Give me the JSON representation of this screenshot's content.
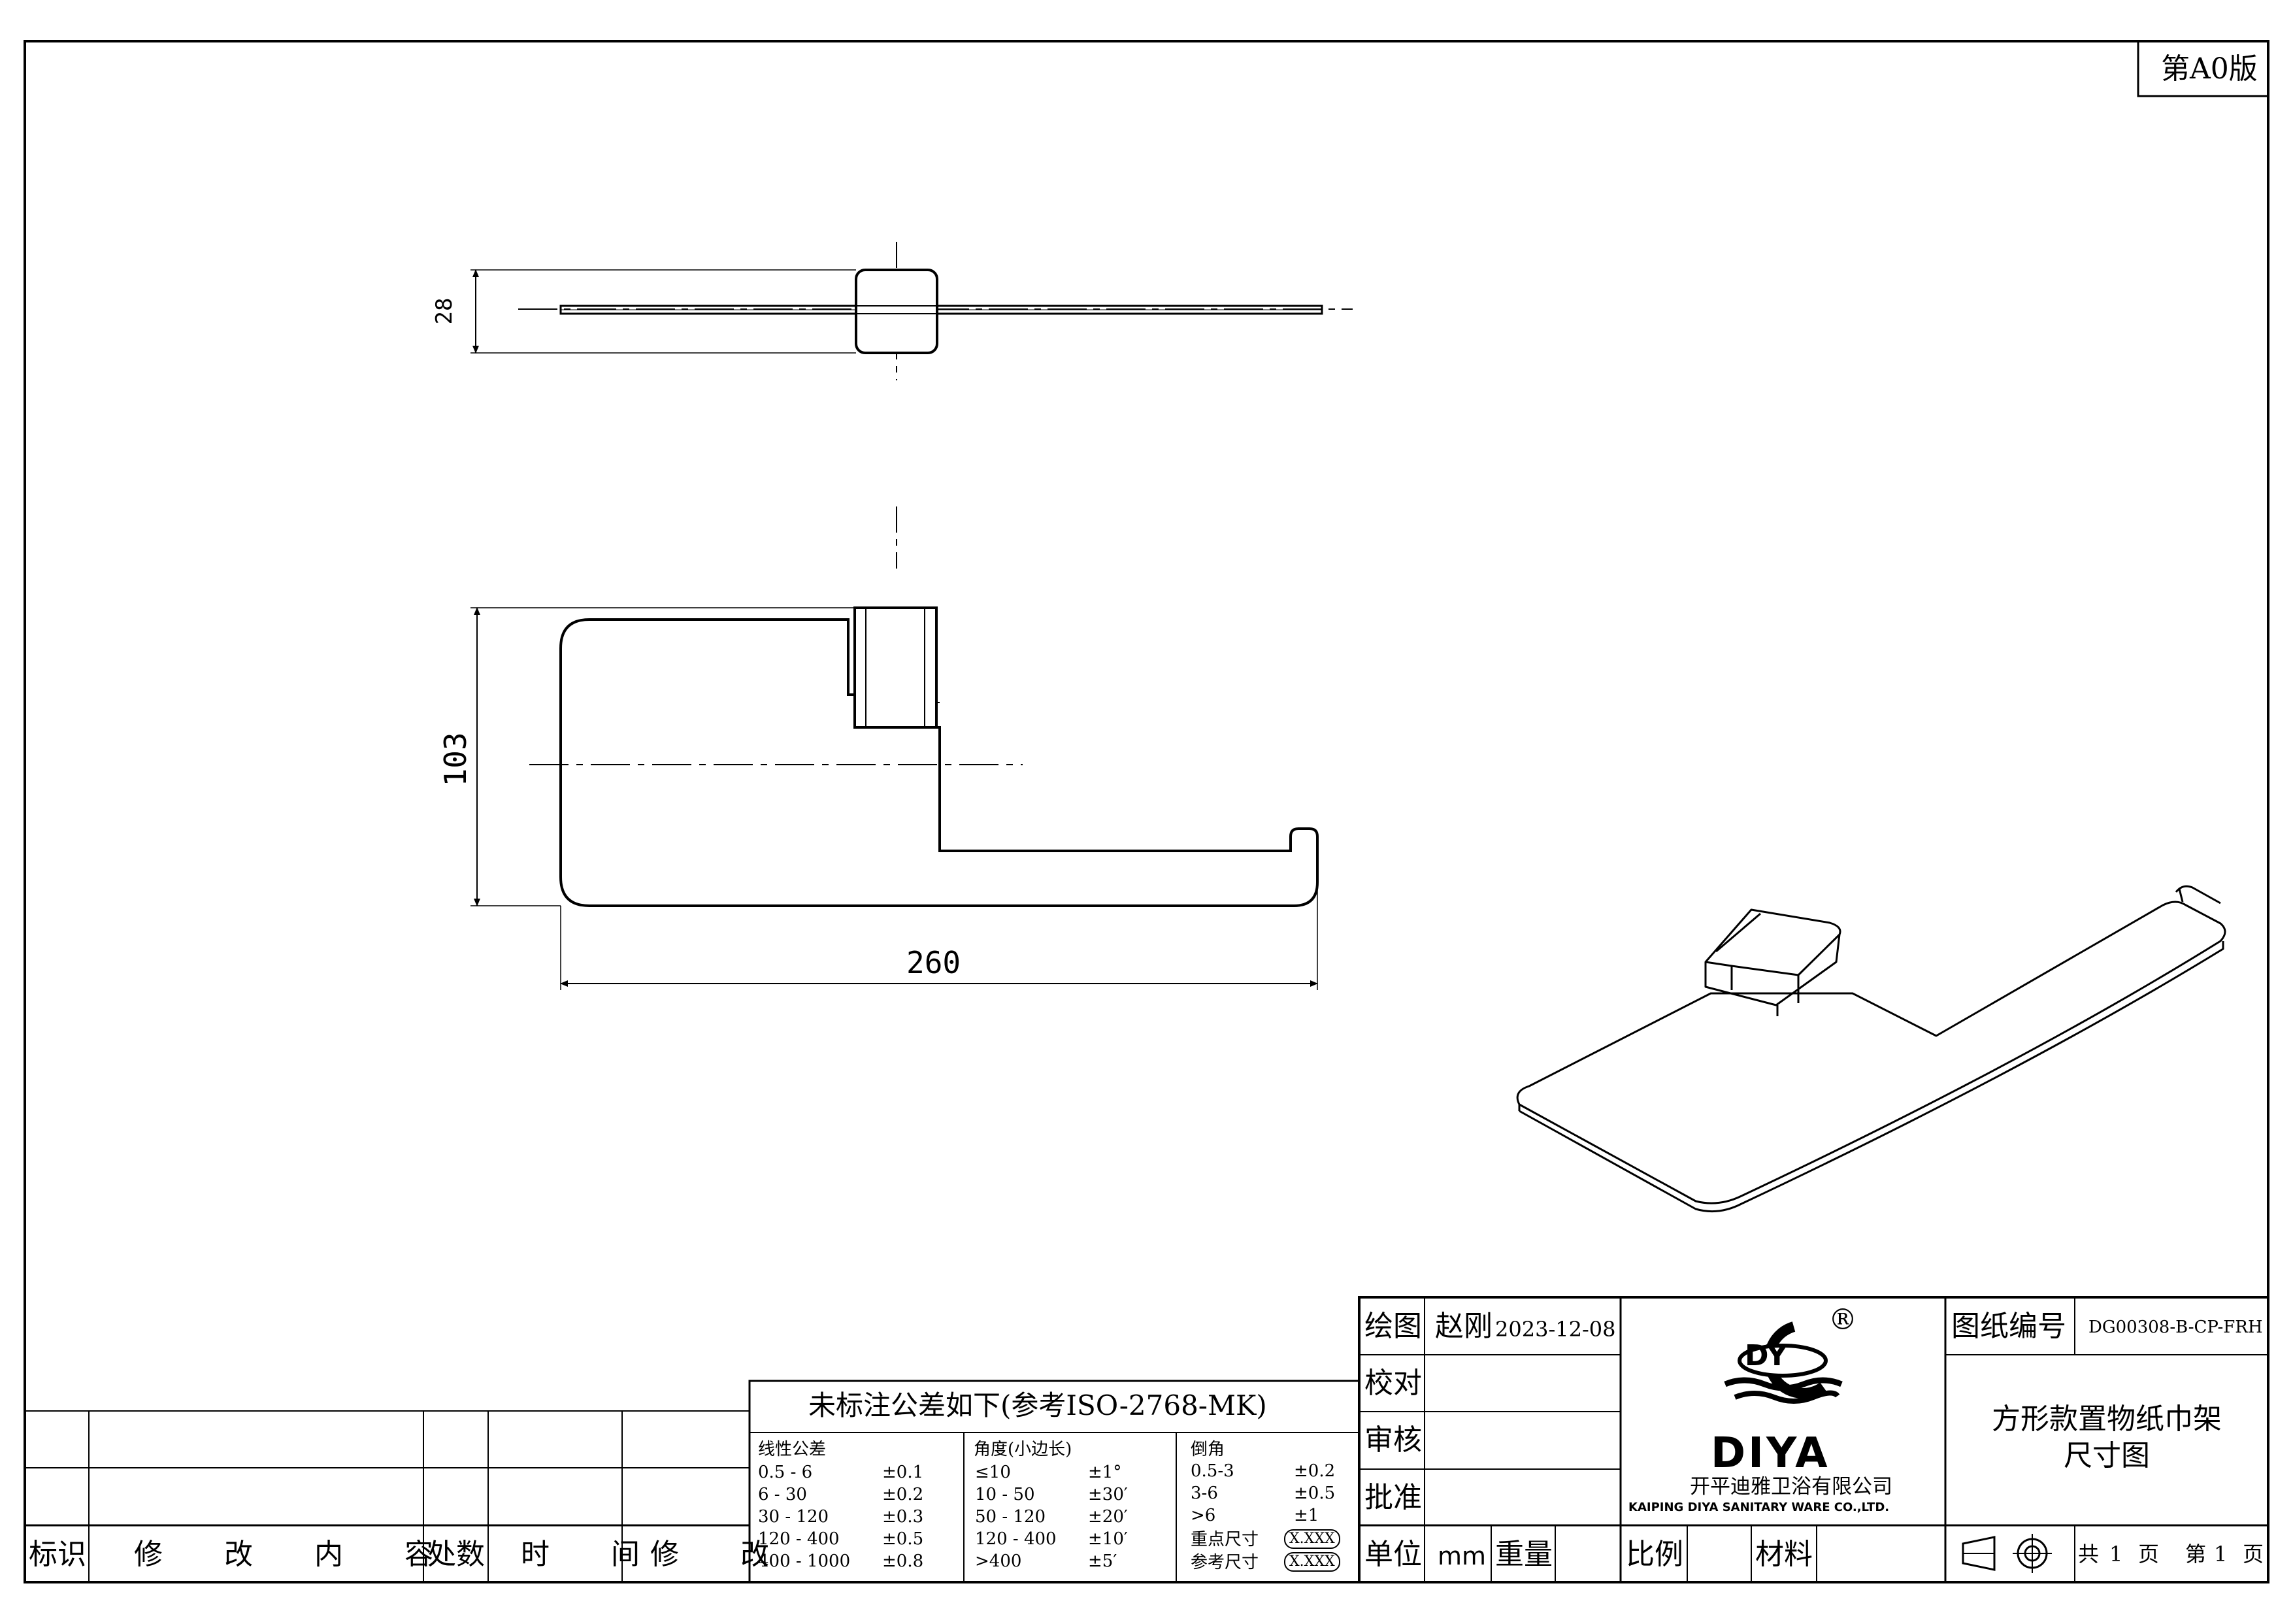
{
  "edition": "第A0版",
  "dimensions": {
    "height_top": "28",
    "height_front": "103",
    "width": "260"
  },
  "tolerance": {
    "title": "未标注公差如下(参考ISO-2768-MK)",
    "linear": {
      "heading": "线性公差",
      "rows": [
        {
          "range": "0.5 - 6",
          "tol": "±0.1"
        },
        {
          "range": "6 - 30",
          "tol": "±0.2"
        },
        {
          "range": "30 - 120",
          "tol": "±0.3"
        },
        {
          "range": "120 - 400",
          "tol": "±0.5"
        },
        {
          "range": "400 - 1000",
          "tol": "±0.8"
        }
      ]
    },
    "angle": {
      "heading": "角度(小边长)",
      "rows": [
        {
          "range": "≤10",
          "tol": "±1°"
        },
        {
          "range": "10 - 50",
          "tol": "±30′"
        },
        {
          "range": "50 - 120",
          "tol": "±20′"
        },
        {
          "range": "120 - 400",
          "tol": "±10′"
        },
        {
          "range": ">400",
          "tol": "±5′"
        }
      ]
    },
    "chamfer": {
      "heading": "倒角",
      "rows": [
        {
          "range": "0.5-3",
          "tol": "±0.2"
        },
        {
          "range": "3-6",
          "tol": "±0.5"
        },
        {
          "range": ">6",
          "tol": "±1"
        }
      ],
      "key_label": "重点尺寸",
      "key_mark": "X.XXX",
      "ref_label": "参考尺寸",
      "ref_mark": "X.XXX"
    }
  },
  "revision": {
    "col_mark": "标识",
    "col_content": "修 改 内 容",
    "col_count": "处数",
    "col_time": "时 间",
    "col_modify": "修 改"
  },
  "approval": {
    "draw_label": "绘图",
    "draw_name": "赵刚",
    "draw_date": "2023-12-08",
    "check_label": "校对",
    "review_label": "审核",
    "approve_label": "批准",
    "unit_label": "单位",
    "unit_value": "mm",
    "weight_label": "重量",
    "scale_label": "比例",
    "material_label": "材料"
  },
  "company": {
    "logo_text": "DY",
    "brand": "DIYA",
    "registered": "®",
    "name_cn": "开平迪雅卫浴有限公司",
    "name_en": "KAIPING DIYA SANITARY WARE CO.,LTD."
  },
  "drawing": {
    "number_label": "图纸编号",
    "number": "DG00308-B-CP-FRH",
    "title_line1": "方形款置物纸巾架",
    "title_line2": "尺寸图"
  },
  "pages": {
    "total_prefix": "共",
    "total": "1",
    "page_word": "页",
    "current_prefix": "第",
    "current": "1"
  },
  "colors": {
    "line": "#000000",
    "center_line": "#333333",
    "paper": "#ffffff"
  }
}
